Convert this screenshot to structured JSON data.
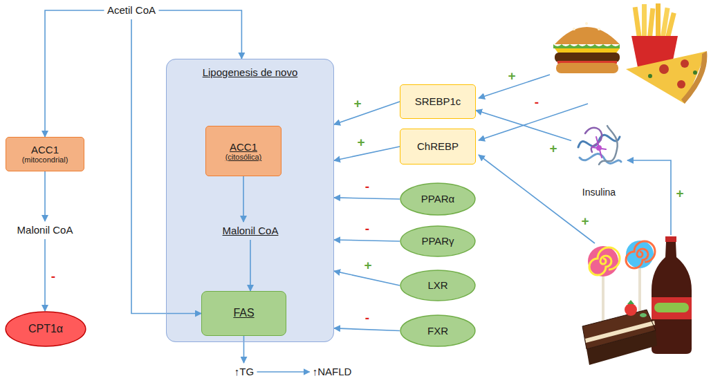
{
  "diagram": {
    "nodes": [
      {
        "text": [
          "Acetil CoA"
        ]
      },
      {
        "text": [
          "ACC1",
          "(mitocondrial)"
        ]
      },
      {
        "text": [
          "Malonil CoA"
        ]
      },
      {
        "text": [
          "CPT1α"
        ]
      },
      {
        "text": [
          "Lipogenesis de novo"
        ]
      },
      {
        "text": [
          "ACC1",
          "(citosólica)"
        ],
        "in": 4
      },
      {
        "text": [
          "Malonil CoA"
        ],
        "in": 4
      },
      {
        "text": [
          "FAS"
        ],
        "in": 4
      },
      {
        "text": [
          "SREBP1c"
        ]
      },
      {
        "text": [
          "ChREBP"
        ]
      },
      {
        "text": [
          "PPARα"
        ]
      },
      {
        "text": [
          "PPARγ"
        ]
      },
      {
        "text": [
          "LXR"
        ]
      },
      {
        "text": [
          "FXR"
        ]
      },
      {
        "text": [
          "Insulina"
        ]
      },
      {
        "text": [
          "↑TG"
        ]
      },
      {
        "text": [
          "↑NAFLD"
        ]
      }
    ],
    "edges": [
      {
        "from": 0,
        "to": 1,
        "arrow": "to"
      },
      {
        "from": 0,
        "to": 4,
        "arrow": "to"
      },
      {
        "from": 0,
        "to": 7,
        "arrow": "to"
      },
      {
        "from": 1,
        "to": 2,
        "arrow": "to"
      },
      {
        "from": 2,
        "to": 3,
        "arrow": "to",
        "label": "-"
      },
      {
        "from": 5,
        "to": 6,
        "arrow": "to"
      },
      {
        "from": 6,
        "to": 7,
        "arrow": "to"
      },
      {
        "from": 8,
        "to": 4,
        "arrow": "to",
        "label": "+"
      },
      {
        "from": 9,
        "to": 4,
        "arrow": "to",
        "label": "+"
      },
      {
        "from": 10,
        "to": 4,
        "arrow": "to",
        "label": "-"
      },
      {
        "from": 11,
        "to": 4,
        "arrow": "to",
        "label": "-"
      },
      {
        "from": 12,
        "to": 4,
        "arrow": "to",
        "label": "+"
      },
      {
        "from": 13,
        "to": 4,
        "arrow": "to",
        "label": "-"
      },
      {
        "from": 14,
        "to": 8,
        "arrow": "to",
        "label": "+"
      },
      {
        "from": 7,
        "to": 15,
        "arrow": "to"
      },
      {
        "from": 15,
        "to": 16,
        "arrow": "to"
      }
    ],
    "labels": [
      "+",
      "-",
      "+",
      "+"
    ]
  }
}
